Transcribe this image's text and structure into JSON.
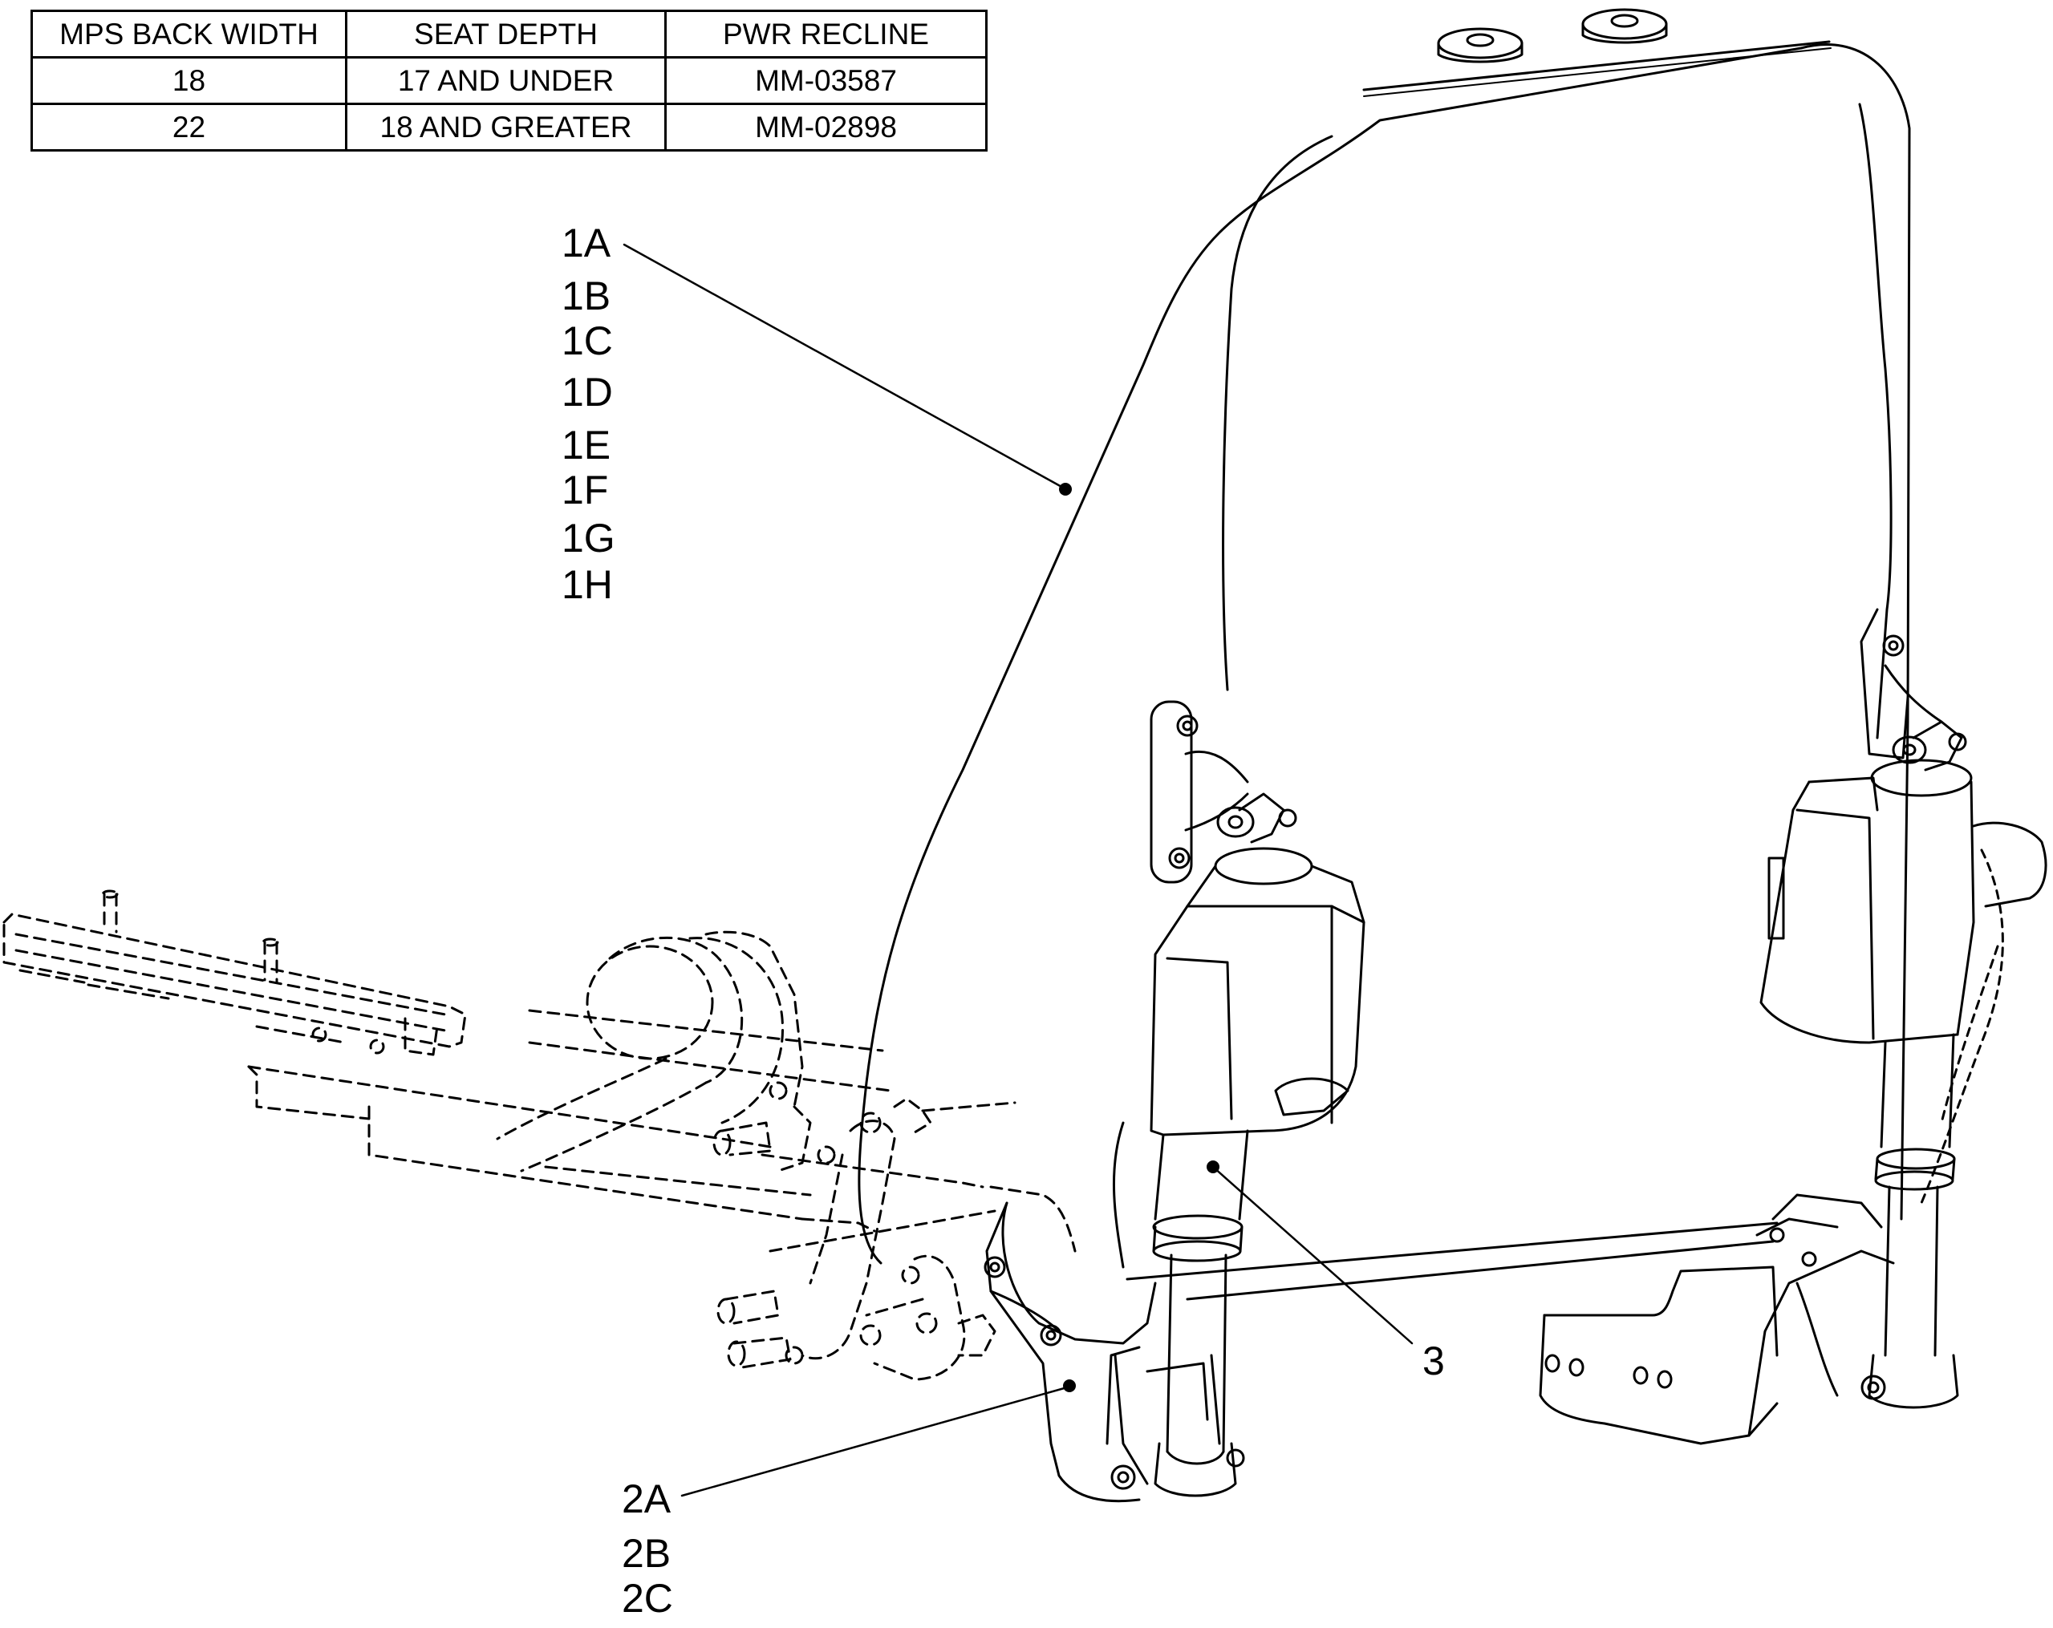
{
  "table": {
    "headers": [
      "MPS BACK WIDTH",
      "SEAT DEPTH",
      "PWR RECLINE"
    ],
    "rows": [
      [
        "18",
        "17 AND UNDER",
        "MM-03587"
      ],
      [
        "22",
        "18 AND GREATER",
        "MM-02898"
      ]
    ]
  },
  "callouts": {
    "part1": [
      "1A",
      "1B",
      "1C",
      "1D",
      "1E",
      "1F",
      "1G",
      "1H"
    ],
    "part2": [
      "2A",
      "2B",
      "2C"
    ],
    "part3": "3"
  },
  "colors": {
    "line": "#000000",
    "background": "#ffffff"
  }
}
